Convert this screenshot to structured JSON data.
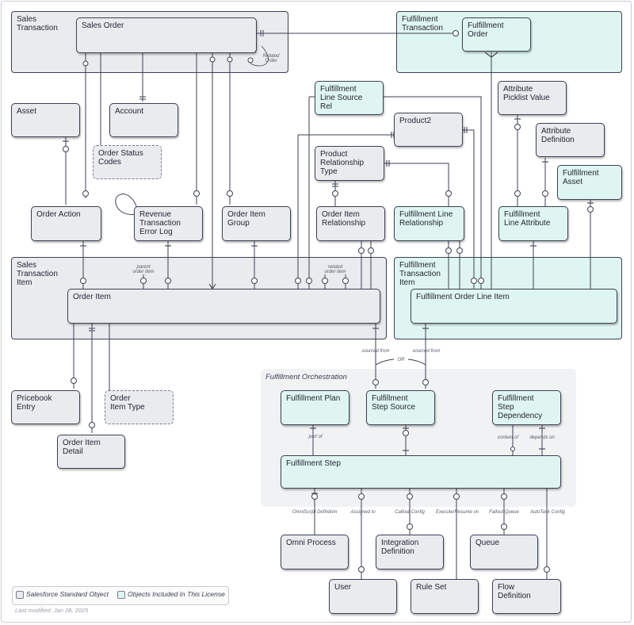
{
  "groups": {
    "sales_transaction": "Sales\nTransaction",
    "fulfillment_transaction": "Fulfillment\nTransaction",
    "sales_transaction_item": "Sales\nTransaction\nItem",
    "fulfillment_transaction_item": "Fulfillment\nTransaction\nItem",
    "fulfillment_orchestration": "Fulfillment Orchestration"
  },
  "objects": {
    "sales_order": "Sales Order",
    "fulfillment_order": "Fulfillment\nOrder",
    "asset": "Asset",
    "account": "Account",
    "order_status_codes": "Order Status\nCodes",
    "fulfillment_line_source_rel": "Fulfillment\nLine Source\nRel",
    "product2": "Product2",
    "attribute_picklist_value": "Attribute\nPicklist Value",
    "attribute_definition": "Attribute\nDefinition",
    "product_relationship_type": "Product\nRelationship\nType",
    "fulfillment_asset": "Fulfillment\nAsset",
    "order_action": "Order Action",
    "revenue_transaction_error_log": "Revenue\nTransaction\nError Log",
    "order_item_group": "Order Item\nGroup",
    "order_item_relationship": "Order Item\nRelationship",
    "fulfillment_line_relationship": "Fulfillment Line\nRelationship",
    "fulfillment_line_attribute": "Fulfillment\nLine Attribute",
    "order_item": "Order Item",
    "fulfillment_order_line_item": "Fulfillment Order Line Item",
    "pricebook_entry": "Pricebook\nEntry",
    "order_item_type": "Order\nItem Type",
    "order_item_detail": "Order Item\nDetail",
    "fulfillment_plan": "Fulfillment Plan",
    "fulfillment_step_source": "Fulfillment\nStep Source",
    "fulfillment_step_dependency": "Fulfillment\nStep\nDependency",
    "fulfillment_step": "Fulfillment Step",
    "omni_process": "Omni Process",
    "integration_definition": "Integration\nDefinition",
    "queue": "Queue",
    "user": "User",
    "rule_set": "Rule Set",
    "flow_definition": "Flow\nDefinition"
  },
  "labels": {
    "related_order": "Related\nOrder",
    "parent_order_item": "parent\norder item",
    "related_order_item": "related\norder item",
    "sourced_from_1": "sourced from",
    "sourced_from_2": "sourced from",
    "or": "OR",
    "part_of": "part of",
    "context_of": "context of",
    "depends_on": "depends on",
    "omniscript_definition": "OmniScript Definition",
    "assigned_to": "Assigned to",
    "callout_config": "Callout Config",
    "execute_resume_on": "Execute/Resume on",
    "fallout_queue": "Fallout Queue",
    "autotask_config": "AutoTask Config"
  },
  "legend": {
    "standard": "Salesforce Standard Object",
    "license": "Objects Included In This License",
    "standard_color": "#e9ebef",
    "license_color": "#dff5f1"
  },
  "footer": {
    "last_modified": "Last modified: Jan 28, 2025"
  }
}
